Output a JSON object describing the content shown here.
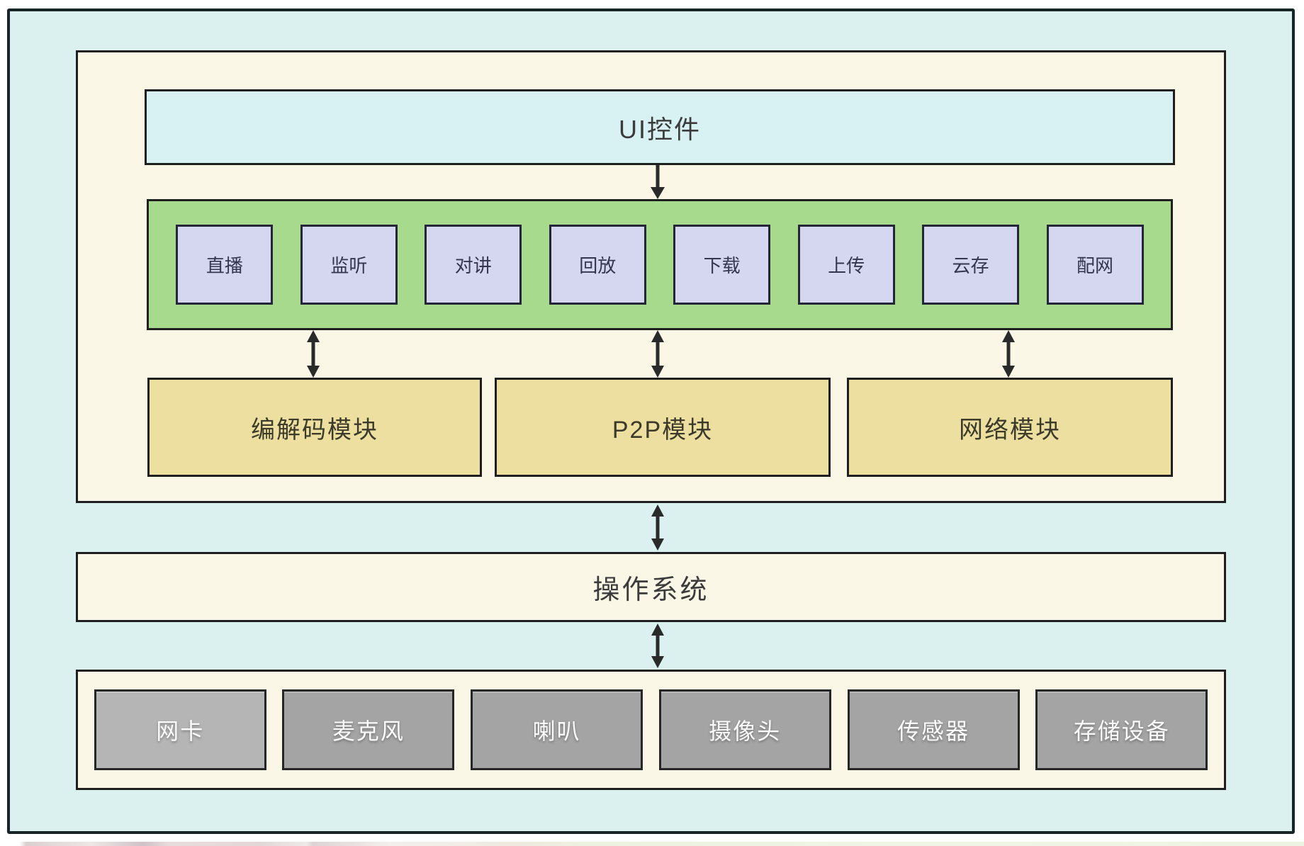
{
  "diagram": {
    "ui_layer": {
      "label": "UI控件"
    },
    "feature_boxes": [
      {
        "label": "直播"
      },
      {
        "label": "监听"
      },
      {
        "label": "对讲"
      },
      {
        "label": "回放"
      },
      {
        "label": "下载"
      },
      {
        "label": "上传"
      },
      {
        "label": "云存"
      },
      {
        "label": "配网"
      }
    ],
    "module_boxes": [
      {
        "label": "编解码模块"
      },
      {
        "label": "P2P模块"
      },
      {
        "label": "网络模块"
      }
    ],
    "os_layer": {
      "label": "操作系统"
    },
    "hardware_boxes": [
      {
        "label": "网卡"
      },
      {
        "label": "麦克风"
      },
      {
        "label": "喇叭"
      },
      {
        "label": "摄像头"
      },
      {
        "label": "传感器"
      },
      {
        "label": "存储设备"
      }
    ],
    "icons": {
      "down_arrow": "arrow-down-icon",
      "double_arrow": "arrow-up-down-icon"
    },
    "colors": {
      "outer_fill": "#daf1f0",
      "panel_fill": "#fbf7e6",
      "ui_fill": "#d8f1f2",
      "feature_container_fill": "#a8da8d",
      "feature_fill": "#d5d6ef",
      "module_fill": "#ecdf9f",
      "hardware_fill": "#a4a4a4",
      "hardware_fill_first": "#b5b5b5",
      "border": "#1f1f1f",
      "arrow": "#2a2a2a"
    }
  }
}
